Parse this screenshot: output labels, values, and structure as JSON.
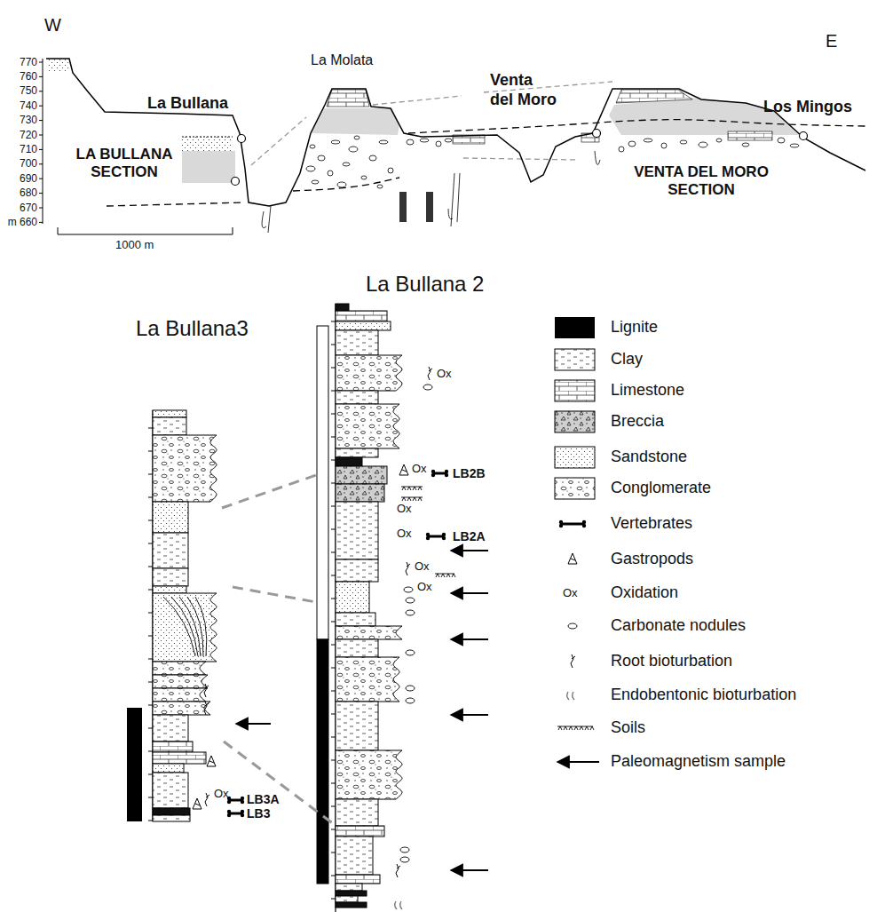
{
  "diagram": {
    "labels": [
      "W",
      "E",
      "770",
      "760",
      "750",
      "740",
      "730",
      "720",
      "710",
      "700",
      "690",
      "680",
      "670",
      "m 660",
      "La Bullana",
      "La Molata",
      "Venta del Moro",
      "Los Mingos",
      "LA BULLANA SECTION",
      "VENTA DEL MORO SECTION",
      "1000 m",
      "La Bullana 2",
      "La Bullana3",
      "LB2B",
      "LB2A",
      "LB3A",
      "LB3",
      "Ox",
      "Ox",
      "Ox",
      "Ox",
      "Ox",
      "Ox",
      "Ox",
      "Ox"
    ],
    "legend": [
      {
        "text": "Lignite",
        "color": "#000000"
      },
      {
        "text": "Clay"
      },
      {
        "text": "Limestone"
      },
      {
        "text": "Breccia"
      },
      {
        "text": "Sandstone"
      },
      {
        "text": "Conglomerate"
      },
      {
        "text": "Vertebrates"
      },
      {
        "text": "Gastropods"
      },
      {
        "text": "Oxidation"
      },
      {
        "text": "Carbonate nodules"
      },
      {
        "text": "Root bioturbation"
      },
      {
        "text": "Endobentonic bioturbation"
      },
      {
        "text": "Soils"
      },
      {
        "text": "Paleomagnetism sample"
      }
    ]
  }
}
